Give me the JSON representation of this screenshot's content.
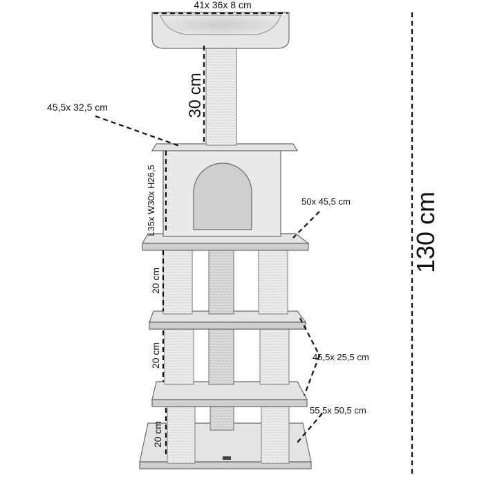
{
  "dimensions": {
    "top_platform": "41x 36x 8 cm",
    "top_post_height": "30 cm",
    "house_top": "45,5x 32,5 cm",
    "house_size": "L35x W30x H26,5",
    "platform_3": "50x 45,5 cm",
    "post_height_upper": "20 cm",
    "post_height_middle": "20 cm",
    "post_height_lower": "20 cm",
    "platform_2": "45,5x 25,5 cm",
    "base": "55,5x 50,5 cm",
    "total_height": "130 cm"
  }
}
